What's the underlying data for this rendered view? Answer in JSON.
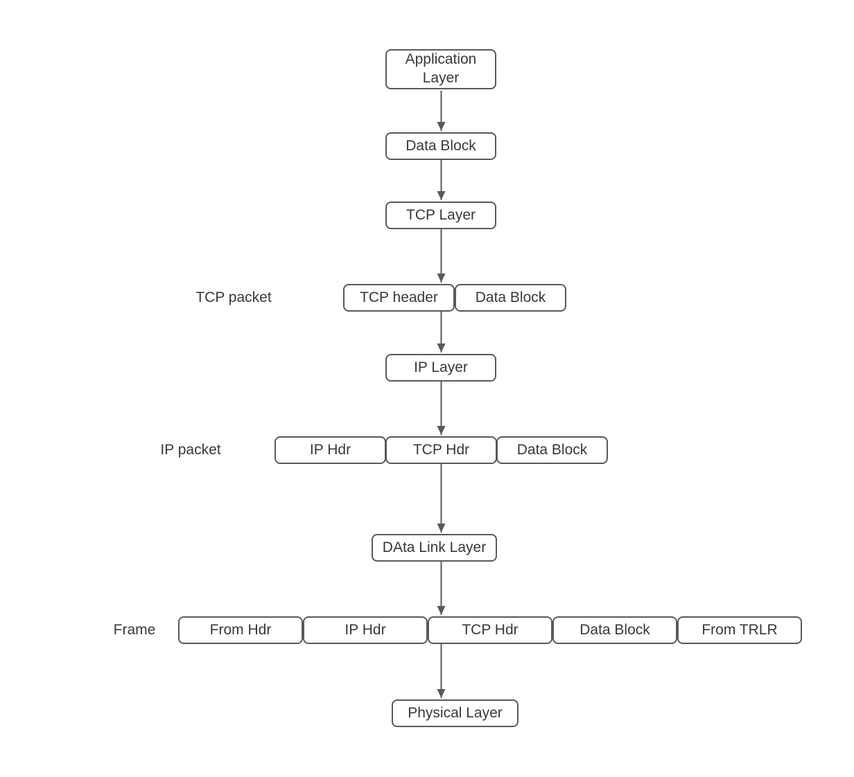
{
  "diagram": {
    "type": "flowchart",
    "subject": "TCP/IP data encapsulation",
    "nodes": {
      "application_layer": "Application Layer",
      "data_block_top": "Data Block",
      "tcp_layer": "TCP Layer",
      "ip_layer": "IP Layer",
      "data_link_layer": "DAta Link Layer",
      "physical_layer": "Physical Layer"
    },
    "rows": {
      "tcp_packet": {
        "label": "TCP packet",
        "segments": [
          "TCP header",
          "Data Block"
        ]
      },
      "ip_packet": {
        "label": "IP packet",
        "segments": [
          "IP Hdr",
          "TCP Hdr",
          "Data Block"
        ]
      },
      "frame": {
        "label": "Frame",
        "segments": [
          "From Hdr",
          "IP Hdr",
          "TCP Hdr",
          "Data Block",
          "From TRLR"
        ]
      }
    },
    "edges": [
      {
        "from": "application_layer",
        "to": "data_block_top"
      },
      {
        "from": "data_block_top",
        "to": "tcp_layer"
      },
      {
        "from": "tcp_layer",
        "to": "tcp_packet_row"
      },
      {
        "from": "tcp_packet_row",
        "to": "ip_layer"
      },
      {
        "from": "ip_layer",
        "to": "ip_packet_row"
      },
      {
        "from": "ip_packet_row",
        "to": "data_link_layer"
      },
      {
        "from": "data_link_layer",
        "to": "frame_row"
      },
      {
        "from": "frame_row",
        "to": "physical_layer"
      }
    ],
    "colors": {
      "node_border": "#595959",
      "node_fill": "#ffffff",
      "text": "#383838",
      "arrow": "#595959",
      "canvas": "#ffffff"
    }
  }
}
